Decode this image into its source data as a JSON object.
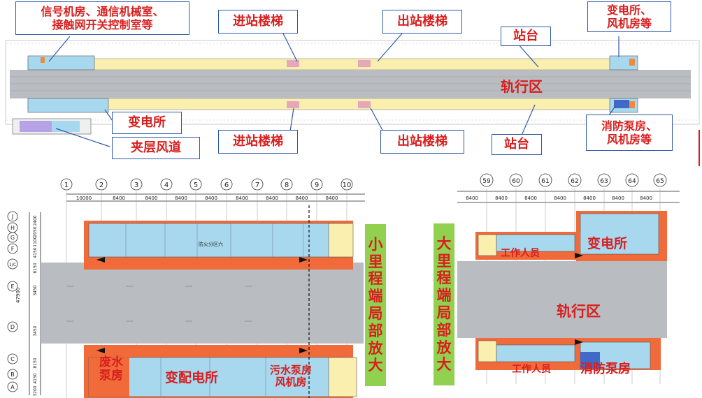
{
  "overview": {
    "callouts": {
      "signal_rooms": "信号机房、通信机械室、\n接触网开关控制室等",
      "entry_stairs_top": "进站楼梯",
      "exit_stairs_top": "出站楼梯",
      "platform_top": "站台",
      "substation_fan_top": "变电所、\n风机房等",
      "substation_left": "变电所",
      "mezzanine_duct": "夹层风道",
      "entry_stairs_bottom": "进站楼梯",
      "exit_stairs_bottom": "出站楼梯",
      "platform_bottom": "站台",
      "fire_pump_fan": "消防泵房、\n风机房等",
      "track_area": "轨行区"
    }
  },
  "left_detail": {
    "title_box": "小\n里\n程\n端\n局\n部\n放\n大",
    "axis_numbers": [
      "1",
      "2",
      "3",
      "4",
      "5",
      "6",
      "7",
      "8",
      "9",
      "10"
    ],
    "spans": [
      "10000",
      "8400",
      "8400",
      "8400",
      "8400",
      "8400",
      "8400",
      "8400",
      "8400"
    ],
    "row_letters": [
      "J",
      "H",
      "G",
      "F",
      "1/C",
      "E",
      "D",
      "C",
      "B",
      "A"
    ],
    "dims": [
      "2400",
      "2050",
      "1100",
      "4150",
      "8150",
      "3450",
      "3450",
      "8150",
      "4150",
      "3200"
    ],
    "total_dim": "47900",
    "fire_zone_label": "防火分区六",
    "labels": {
      "waste_pump": "废水\n泵房",
      "substation": "变配电所",
      "sewage_pump_fan": "污水泵房\n风机房"
    }
  },
  "right_detail": {
    "title_box": "大\n里\n程\n端\n局\n部\n放\n大",
    "axis_numbers": [
      "59",
      "60",
      "61",
      "62",
      "63",
      "64",
      "65"
    ],
    "spans": [
      "8400",
      "8400",
      "8400",
      "8400",
      "8400",
      "8400",
      "8400"
    ],
    "labels": {
      "staff_top": "工作人员",
      "substation": "变电所",
      "track_area": "轨行区",
      "staff_bottom": "工作人员",
      "fire_pump": "消防泵房"
    }
  }
}
